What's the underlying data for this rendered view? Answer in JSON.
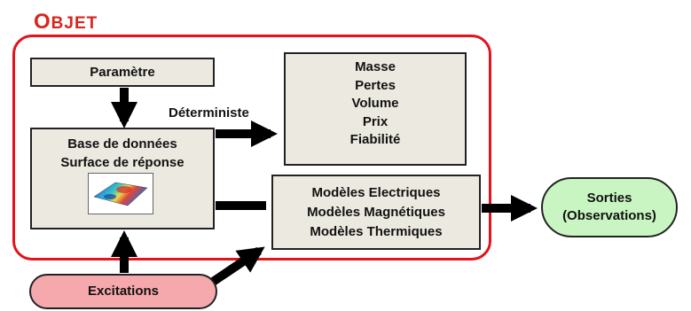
{
  "title": {
    "first": "O",
    "rest": "BJET"
  },
  "boxes": {
    "parametre": "Paramètre",
    "database": {
      "line1": "Base de données",
      "line2": "Surface de réponse"
    },
    "outputs": [
      "Masse",
      "Pertes",
      "Volume",
      "Prix",
      "Fiabilité"
    ],
    "models": [
      "Modèles Electriques",
      "Modèles Magnétiques",
      "Modèles Thermiques"
    ]
  },
  "labels": {
    "deterministe": "Déterministe"
  },
  "ellipses": {
    "sorties": {
      "line1": "Sorties",
      "line2": "(Observations)"
    },
    "excitations": "Excitations"
  },
  "colors": {
    "frame": "#e3121b",
    "title": "#d8261c",
    "box_fill": "#eceae0",
    "sorties_fill": "#c9f5c2",
    "excitations_fill": "#f5a9ac"
  }
}
